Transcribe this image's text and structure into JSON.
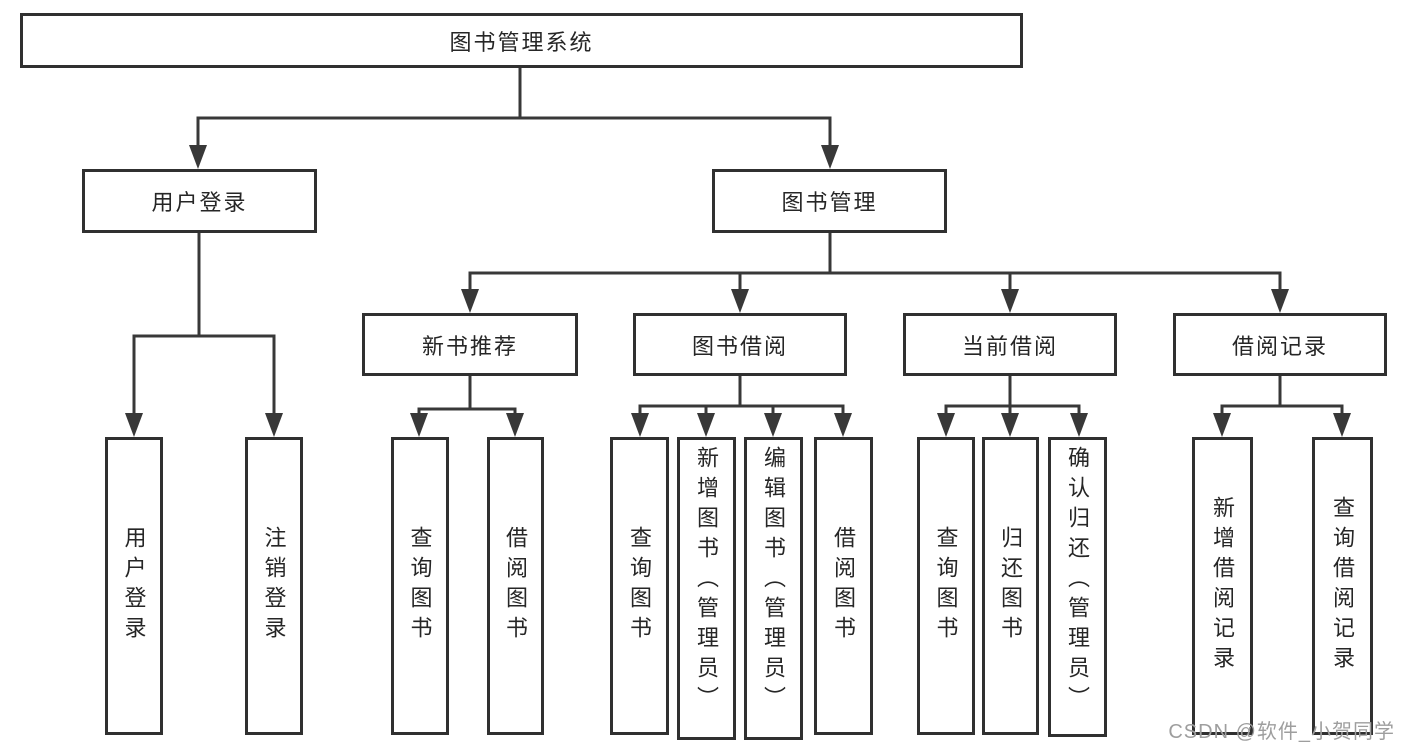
{
  "tree": {
    "label": "图书管理系统",
    "children": [
      {
        "label": "用户登录",
        "children": [
          {
            "label": "用户登录"
          },
          {
            "label": "注销登录"
          }
        ]
      },
      {
        "label": "图书管理",
        "children": [
          {
            "label": "新书推荐",
            "children": [
              {
                "label": "查询图书"
              },
              {
                "label": "借阅图书"
              }
            ]
          },
          {
            "label": "图书借阅",
            "children": [
              {
                "label": "查询图书"
              },
              {
                "label": "新增图书（管理员）"
              },
              {
                "label": "编辑图书（管理员）"
              },
              {
                "label": "借阅图书"
              }
            ]
          },
          {
            "label": "当前借阅",
            "children": [
              {
                "label": "查询图书"
              },
              {
                "label": "归还图书"
              },
              {
                "label": "确认归还（管理员）"
              }
            ]
          },
          {
            "label": "借阅记录",
            "children": [
              {
                "label": "新增借阅记录"
              },
              {
                "label": "查询借阅记录"
              }
            ]
          }
        ]
      }
    ]
  },
  "watermark": {
    "text": "CSDN @软件_小贺同学"
  },
  "colors": {
    "line": "#383838",
    "box_border": "#303030",
    "text": "#262626",
    "background": "#ffffff",
    "watermark": "#9e9e9e"
  }
}
